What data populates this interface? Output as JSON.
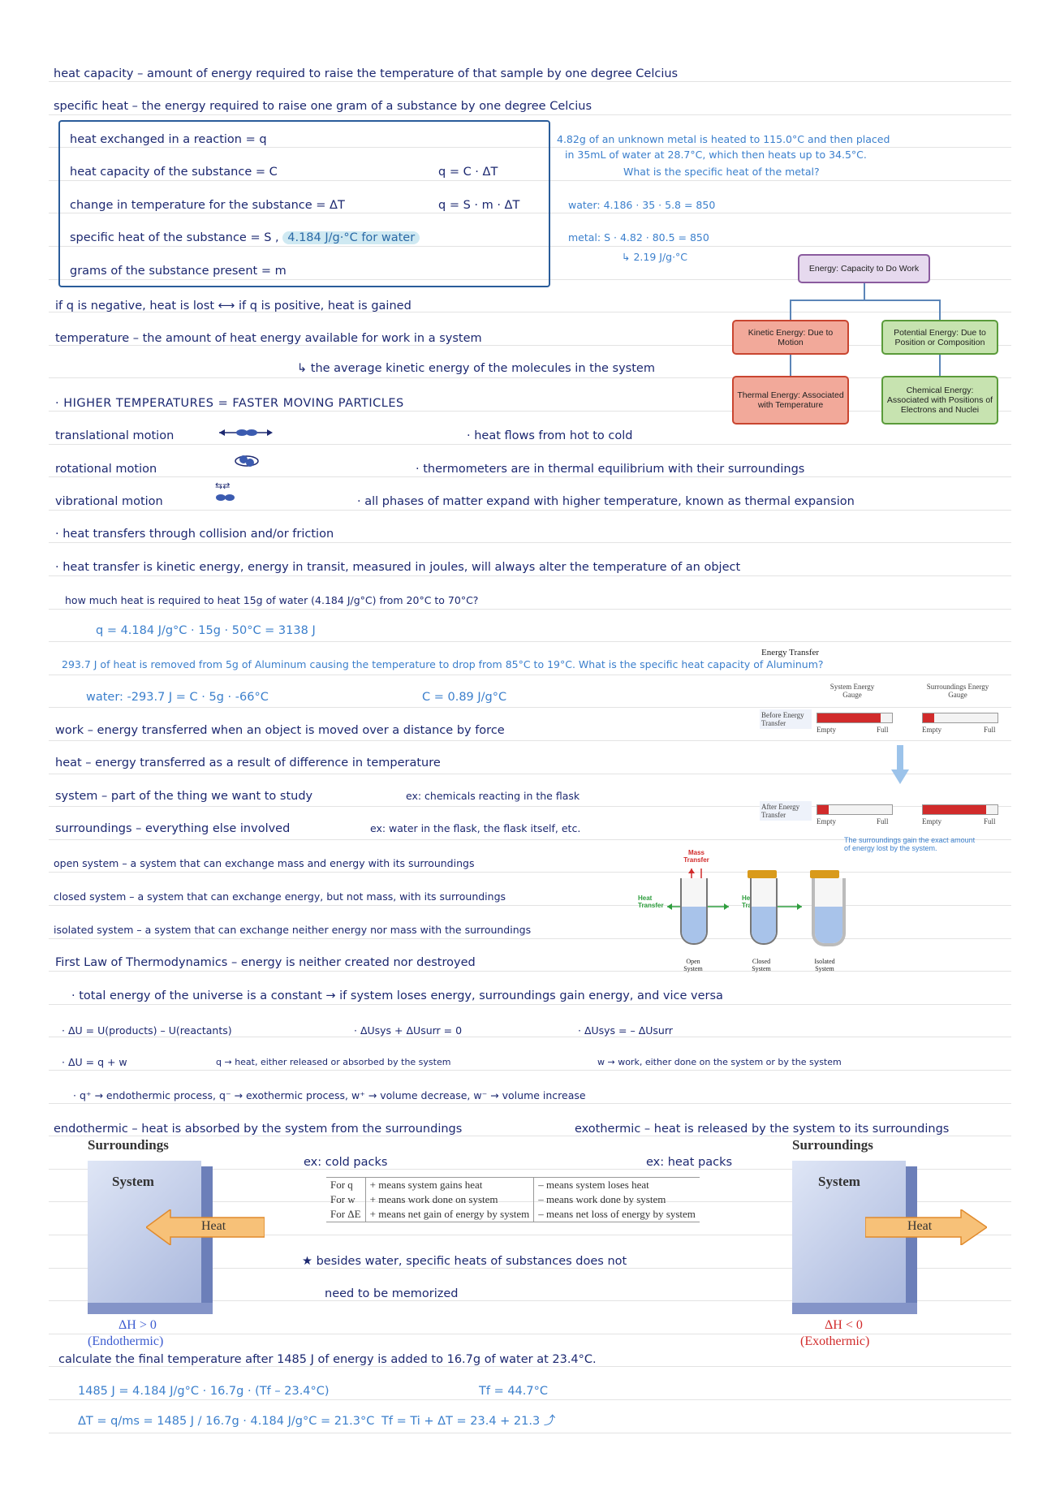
{
  "notes": {
    "l1": "heat capacity – amount of energy required to raise the temperature of that sample by one degree Celcius",
    "l2": "specific heat – the energy required to raise one gram of a substance by one degree Celcius",
    "box": {
      "q": "heat exchanged in a reaction = q",
      "c": "heat capacity of the substance = C",
      "dt": "change in temperature for the substance = ΔT",
      "s": "specific heat of the substance = S ,",
      "s_water": "4.184 J/g·°C for water",
      "m": "grams of the substance present = m",
      "eq1": "q = C · ΔT",
      "eq2": "q = S · m · ΔT"
    },
    "problem1": {
      "l1": "4.82g of an unknown metal is heated to 115.0°C and then placed",
      "l2": "in 35mL of water at 28.7°C, which then heats up to 34.5°C.",
      "l3": "What is the specific heat of the metal?",
      "water": "water: 4.186 · 35 · 5.8 = 850",
      "metal": "metal: S · 4.82 · 80.5 = 850",
      "ans": "↳ 2.19 J/g·°C"
    },
    "sign_q": "if q is negative, heat is lost ⟷ if q is positive, heat is gained",
    "temp1": "temperature – the amount of heat energy available for work in a system",
    "temp2": "↳ the average kinetic energy of the molecules in the system",
    "higher": "· HIGHER TEMPERATURES = FASTER MOVING PARTICLES",
    "trans": "translational motion",
    "rot": "rotational motion",
    "vib": "vibrational motion",
    "hot": "· heat flows from hot to cold",
    "thermo": "· thermometers are in thermal equilibrium with their surroundings",
    "expand": "· all phases of matter expand with higher temperature, known as thermal expansion",
    "collide": "· heat transfers through collision and/or friction",
    "kinetic": "· heat transfer is kinetic energy, energy in transit, measured in joules, will always alter the temperature of an object",
    "p2q": "how much heat is required to heat 15g of water (4.184 J/g°C) from 20°C to 70°C?",
    "p2a": "q = 4.184 J/g°C · 15g · 50°C = 3138 J",
    "p3q": "293.7 J of heat is removed from 5g of Aluminum causing the temperature to drop from 85°C to 19°C. What is the specific heat capacity of Aluminum?",
    "p3a1": "water: -293.7 J = C · 5g · -66°C",
    "p3a2": "C = 0.89 J/g°C",
    "work": "work – energy transferred when an object is moved over a distance by force",
    "heat": "heat – energy transferred as a result of difference in temperature",
    "system": "system – part of the thing we want to study",
    "system_ex": "ex: chemicals reacting in the flask",
    "surr": "surroundings – everything else involved",
    "surr_ex": "ex: water in the flask, the flask itself, etc.",
    "open": "open system – a system that can exchange mass and energy with its surroundings",
    "closed": "closed system – a system that can exchange energy, but not mass, with its surroundings",
    "isolated": "isolated system – a system that can exchange neither energy nor mass with the surroundings",
    "first_law": "First Law of Thermodynamics – energy is neither created nor destroyed",
    "total": "· total energy of the universe is a constant → if system loses energy, surroundings gain energy, and vice versa",
    "du1": "· ΔU = U(products) – U(reactants)",
    "du2": "· ΔUsys + ΔUsurr = 0",
    "du3": "· ΔUsys = – ΔUsurr",
    "du4": "· ΔU = q + w",
    "qdef": "q → heat, either released or absorbed by the system",
    "wdef": "w → work, either done on the system or by the system",
    "signs": "· q⁺ → endothermic process, q⁻ → exothermic process, w⁺ → volume decrease, w⁻ → volume increase",
    "endo": "endothermic – heat is absorbed by the system from the surroundings",
    "exo": "exothermic – heat is released by the system to its surroundings",
    "cold": "ex: cold packs",
    "hotpack": "ex: heat packs",
    "star1": "★ besides water, specific heats of substances does not",
    "star2": "need to be memorized",
    "p4q": "calculate the final temperature after 1485 J of energy is added to 16.7g of water at 23.4°C.",
    "p4a1": "1485 J = 4.184 J/g°C · 16.7g · (Tf – 23.4°C)",
    "p4a2": "Tf = 44.7°C",
    "p4a3": "ΔT = q/ms = 1485 J / 16.7g · 4.184 J/g°C = 21.3°C",
    "p4a4": "Tf = Ti + ΔT = 23.4 + 21.3 ⤴"
  },
  "concept_map": {
    "root": "Energy: Capacity to Do Work",
    "kinetic": "Kinetic Energy: Due to Motion",
    "potential": "Potential Energy: Due to Position or Composition",
    "thermal": "Thermal Energy: Associated with Temperature",
    "chemical": "Chemical Energy: Associated with Positions of Electrons and Nuclei"
  },
  "energy_fig": {
    "title": "Energy Transfer",
    "sys_gauge": "System Energy Gauge",
    "surr_gauge": "Surroundings Energy Gauge",
    "before": "Before Energy Transfer",
    "after": "After Energy Transfer",
    "empty": "Empty",
    "full": "Full",
    "caption": "The surroundings gain the exact amount of energy lost by the system.",
    "before_sys_level": 0.85,
    "before_surr_level": 0.15,
    "after_sys_level": 0.15,
    "after_surr_level": 0.85
  },
  "tubes_fig": {
    "mass": "Mass Transfer",
    "heat1": "Heat Transfer",
    "heat2": "Heat Transfer",
    "open": "Open System",
    "closed": "Closed System",
    "isolated": "Isolated System"
  },
  "sign_table": {
    "r1a": "For q",
    "r1b": "+ means system gains heat",
    "r1c": "– means system loses heat",
    "r2a": "For w",
    "r2b": "+ means work done on system",
    "r2c": "– means work done by system",
    "r3a": "For ΔE",
    "r3b": "+ means net gain of energy by system",
    "r3c": "– means net loss of energy by system"
  },
  "endo_fig": {
    "surr": "Surroundings",
    "sys": "System",
    "heat": "Heat",
    "dh": "ΔH > 0",
    "label": "(Endothermic)"
  },
  "exo_fig": {
    "surr": "Surroundings",
    "sys": "System",
    "heat": "Heat",
    "dh": "ΔH < 0",
    "label": "(Exothermic)"
  },
  "colors": {
    "navy": "#1c2870",
    "blue": "#3b7fcc",
    "box_border": "#2a5c9a",
    "highlight": "#cfe9f2"
  }
}
